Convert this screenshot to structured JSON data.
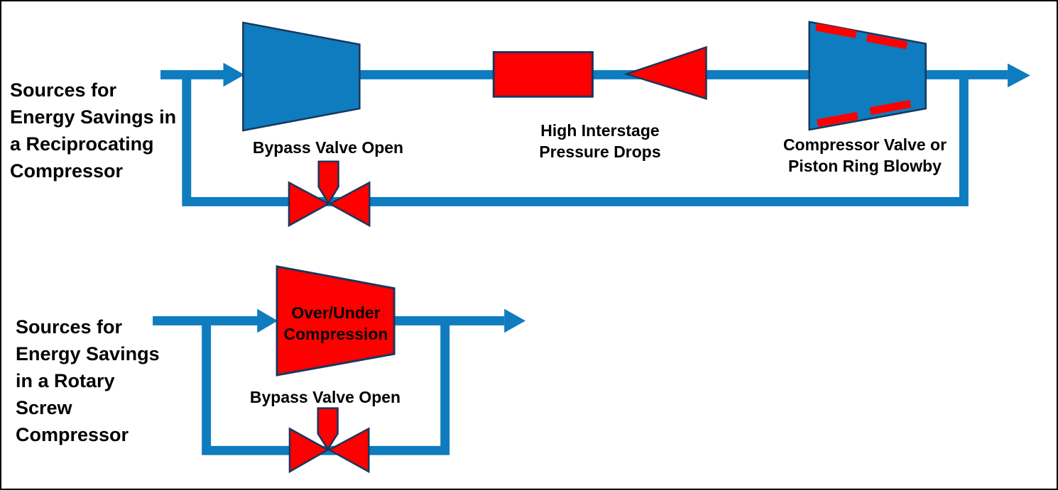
{
  "colors": {
    "pipe_blue": "#0e7cbf",
    "fault_red": "#ff0000",
    "shape_outline_navy": "#17375e",
    "text_black": "#000000",
    "background": "#ffffff",
    "frame_border": "#000000"
  },
  "sections": {
    "reciprocating": {
      "title": "Sources for\nEnergy Savings in\na Reciprocating\nCompressor",
      "labels": {
        "bypass_valve": "Bypass Valve Open",
        "interstage": "High Interstage\nPressure Drops",
        "blowby": "Compressor Valve or\nPiston Ring Blowby"
      }
    },
    "rotary": {
      "title": "Sources for\nEnergy Savings\nin a Rotary\nScrew\nCompressor",
      "labels": {
        "compression": "Over/Under\nCompression",
        "bypass_valve": "Bypass Valve Open"
      }
    }
  }
}
